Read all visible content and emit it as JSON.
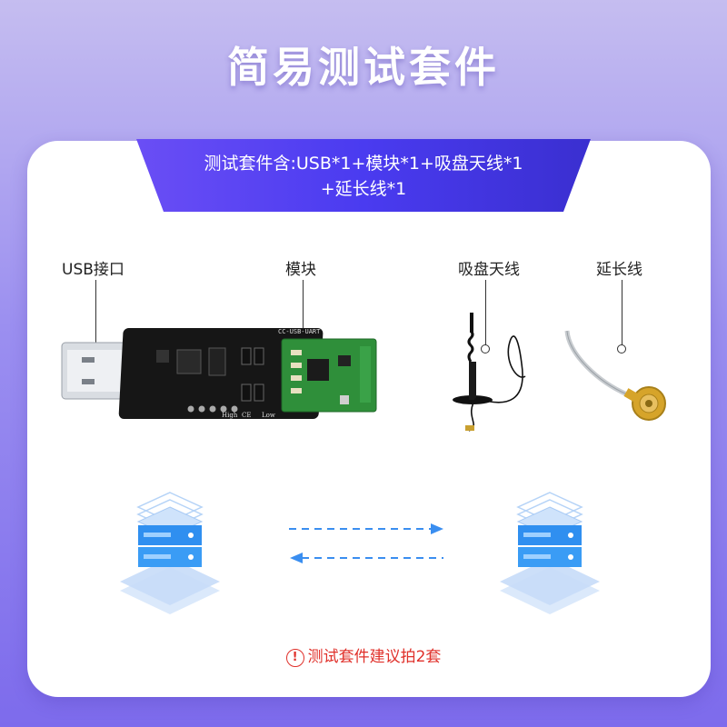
{
  "title": "简易测试套件",
  "banner": {
    "line1": "测试套件含:USB*1+模块*1+吸盘天线*1",
    "line2": "+延长线*1"
  },
  "callouts": {
    "usb": "USB接口",
    "module": "模块",
    "antenna": "吸盘天线",
    "cable": "延长线"
  },
  "board": {
    "silk_top": "CC-USB-UART",
    "silk_bottom_left": "High",
    "silk_bottom_mid": "CE",
    "silk_bottom_right": "Low"
  },
  "warning": {
    "icon": "!",
    "text": "测试套件建议拍2套"
  },
  "colors": {
    "accent": "#5b3ff2",
    "warning": "#e0302a",
    "server_blue": "#2f8ff0"
  }
}
